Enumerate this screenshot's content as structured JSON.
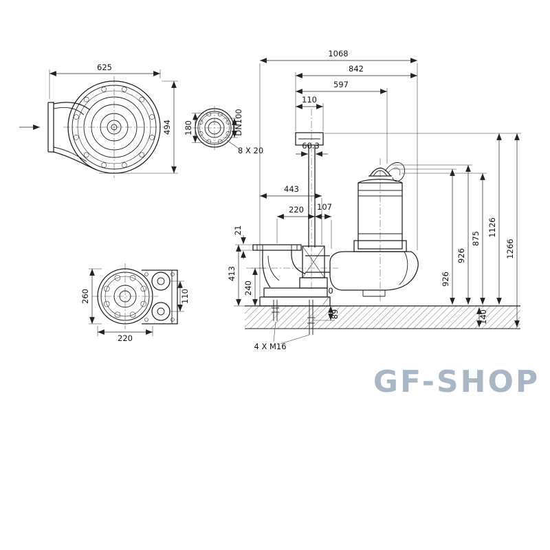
{
  "watermark": "GF-SHOP",
  "top_view": {
    "width": "625",
    "height": "494"
  },
  "side_flange": {
    "bolt_circle": "180",
    "nominal": "DN100",
    "holes": "8 X 20"
  },
  "front_flange": {
    "height": "260",
    "width": "220",
    "port_spacing": "110"
  },
  "main": {
    "w_total": "1068",
    "w_front": "842",
    "w_cable": "597",
    "w_bracket": "110",
    "rail_od": "60.3",
    "w_base": "443",
    "w_flange": "220",
    "w_offset": "107",
    "flange_thk": "21",
    "h_flange": "413",
    "h_outlet": "240",
    "datum": "0",
    "h_total": "1266",
    "h_rail": "1126",
    "h_cable": "875",
    "h_pump_a": "926",
    "h_pump_b": "926",
    "found_depth": "140",
    "anchor_depth": "89",
    "anchor_label": "4 X M16"
  }
}
